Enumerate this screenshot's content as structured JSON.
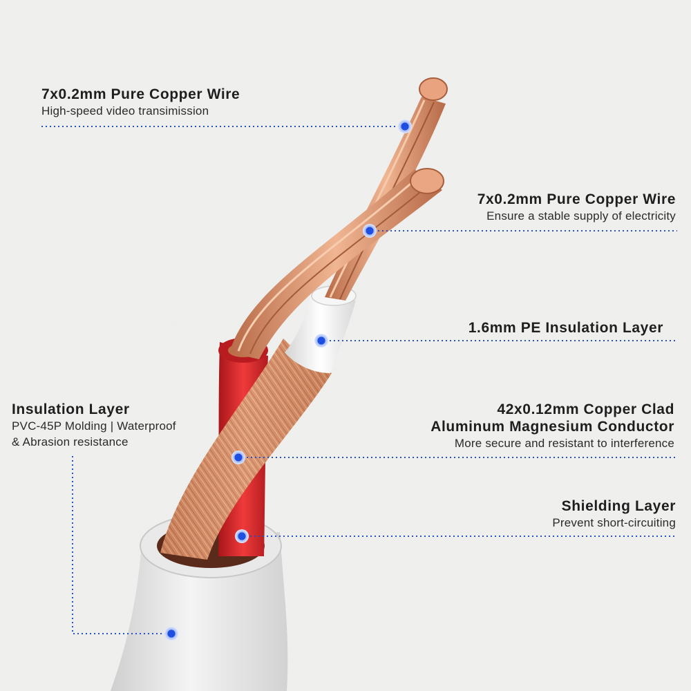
{
  "callouts": [
    {
      "id": "copper-wire-video",
      "title": "7x0.2mm Pure Copper Wire",
      "desc": [
        "High-speed video transimission"
      ]
    },
    {
      "id": "copper-wire-power",
      "title": "7x0.2mm Pure Copper Wire",
      "desc": [
        "Ensure a stable supply of electricity"
      ]
    },
    {
      "id": "pe-insulation",
      "title": "1.6mm PE Insulation Layer",
      "desc": []
    },
    {
      "id": "insulation-layer",
      "title": "Insulation Layer",
      "desc": [
        "PVC-45P Molding | Waterproof",
        "& Abrasion resistance"
      ]
    },
    {
      "id": "ccam-conductor",
      "title": [
        "42x0.12mm Copper Clad",
        "Aluminum Magnesium Conductor"
      ],
      "desc": [
        "More secure and resistant to interference"
      ]
    },
    {
      "id": "shielding-layer",
      "title": "Shielding Layer",
      "desc": [
        "Prevent short-circuiting"
      ]
    }
  ],
  "colors": {
    "background": "#f2f2f0",
    "leader_line": "#2550c8",
    "marker_dot": "#1f4fe0",
    "copper": "#d9936e",
    "red_insulation": "#d8262a",
    "white_jacket": "#e6e6e6"
  }
}
